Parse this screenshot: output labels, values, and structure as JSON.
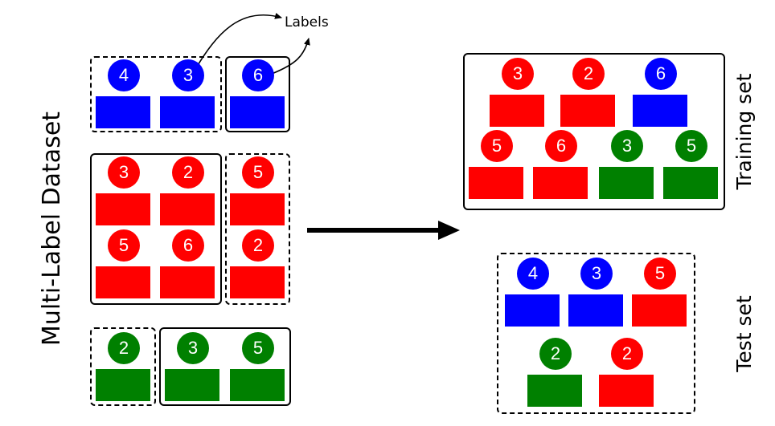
{
  "labels": {
    "dataset": "Multi-Label Dataset",
    "training": "Training set",
    "test": "Test set",
    "callout": "Labels"
  },
  "colors": {
    "blue": "#0000ff",
    "red": "#ff0000",
    "green": "#008000",
    "border": "#000000"
  },
  "dataset_groups": [
    {
      "items": [
        {
          "label": "4",
          "color": "blue"
        },
        {
          "label": "3",
          "color": "blue"
        }
      ],
      "style": "dashed"
    },
    {
      "items": [
        {
          "label": "6",
          "color": "blue"
        }
      ],
      "style": "solid"
    },
    {
      "items": [
        {
          "label": "3",
          "color": "red"
        },
        {
          "label": "2",
          "color": "red"
        },
        {
          "label": "5",
          "color": "red"
        },
        {
          "label": "6",
          "color": "red"
        }
      ],
      "style": "solid"
    },
    {
      "items": [
        {
          "label": "5",
          "color": "red"
        },
        {
          "label": "2",
          "color": "red"
        }
      ],
      "style": "dashed"
    },
    {
      "items": [
        {
          "label": "2",
          "color": "green"
        }
      ],
      "style": "dashed"
    },
    {
      "items": [
        {
          "label": "3",
          "color": "green"
        },
        {
          "label": "5",
          "color": "green"
        }
      ],
      "style": "solid"
    }
  ],
  "training_set": [
    {
      "label": "3",
      "color": "red"
    },
    {
      "label": "2",
      "color": "red"
    },
    {
      "label": "6",
      "color": "blue"
    },
    {
      "label": "5",
      "color": "red"
    },
    {
      "label": "6",
      "color": "red"
    },
    {
      "label": "3",
      "color": "green"
    },
    {
      "label": "5",
      "color": "green"
    }
  ],
  "test_set": [
    {
      "label": "4",
      "color": "blue"
    },
    {
      "label": "3",
      "color": "blue"
    },
    {
      "label": "5",
      "color": "red"
    },
    {
      "label": "2",
      "color": "green"
    },
    {
      "label": "2",
      "color": "red"
    }
  ]
}
